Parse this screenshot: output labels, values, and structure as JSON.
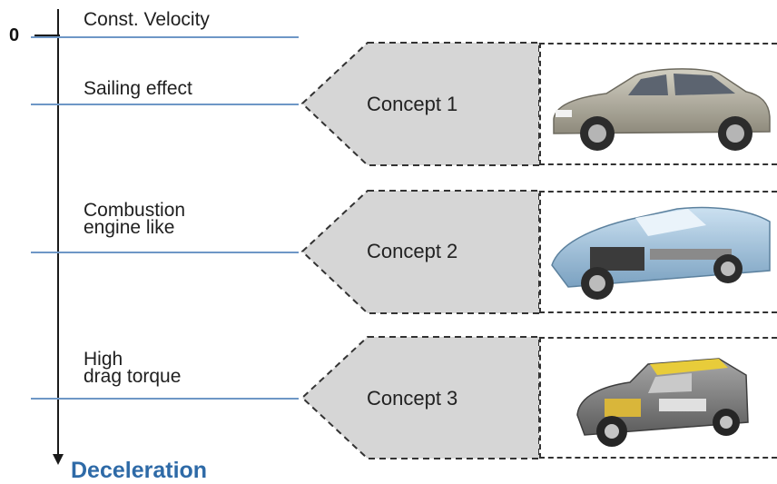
{
  "axis": {
    "zero_label": "0",
    "title": "Deceleration"
  },
  "levels": [
    {
      "label": "Const. Velocity"
    },
    {
      "label": "Sailing effect"
    },
    {
      "label": "Combustion\nengine like"
    },
    {
      "label": "High\ndrag torque"
    }
  ],
  "concepts": [
    {
      "label": "Concept 1",
      "image": "sedan-car",
      "car_color": "#b7b3a3"
    },
    {
      "label": "Concept 2",
      "image": "electric-car-cutaway",
      "car_color": "#8fb8d6"
    },
    {
      "label": "Concept 3",
      "image": "mini-car-cutaway",
      "car_color": "#7d7d7d"
    }
  ],
  "colors": {
    "level_line": "#6e97c6",
    "axis_title": "#2e6aa7",
    "arrow_fill": "#d6d6d6"
  }
}
